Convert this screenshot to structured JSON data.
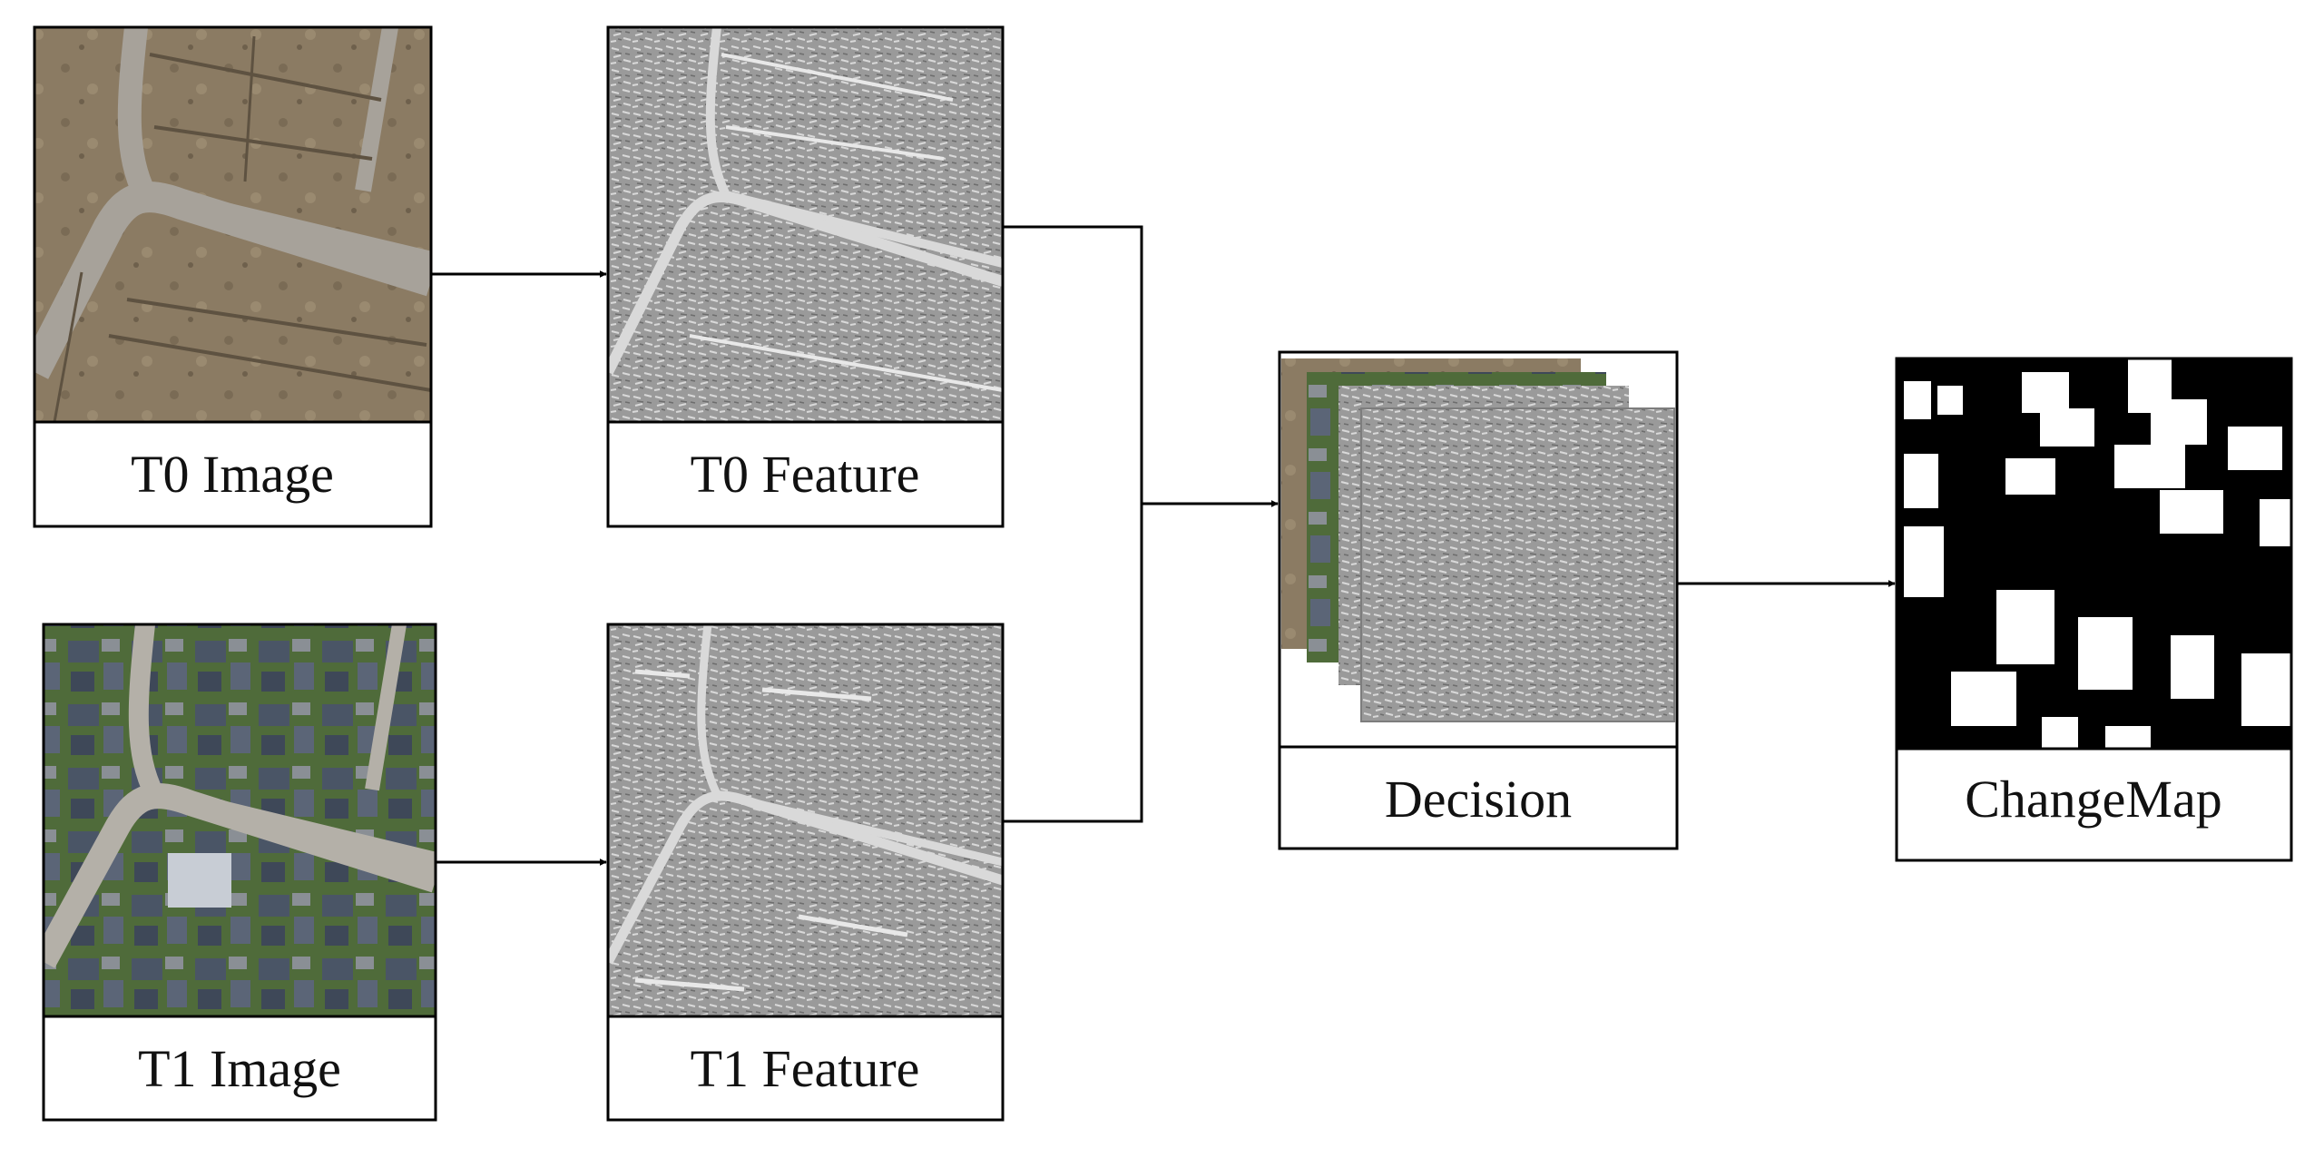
{
  "nodes": {
    "t0_image": {
      "caption": "T0 Image"
    },
    "t0_feature": {
      "caption": "T0 Feature"
    },
    "t1_image": {
      "caption": "T1 Image"
    },
    "t1_feature": {
      "caption": "T1 Feature"
    },
    "decision": {
      "caption": "Decision"
    },
    "change_map": {
      "caption": "ChangeMap"
    }
  },
  "colors": {
    "soil": "#8b7b63",
    "soil_dark": "#5e5241",
    "road": "#a7a29a",
    "grass": "#4f6b3a",
    "roof": "#4a5566",
    "feature_gray": "#9a9a9a",
    "feature_light": "#d9d9d9",
    "line": "#000000"
  }
}
